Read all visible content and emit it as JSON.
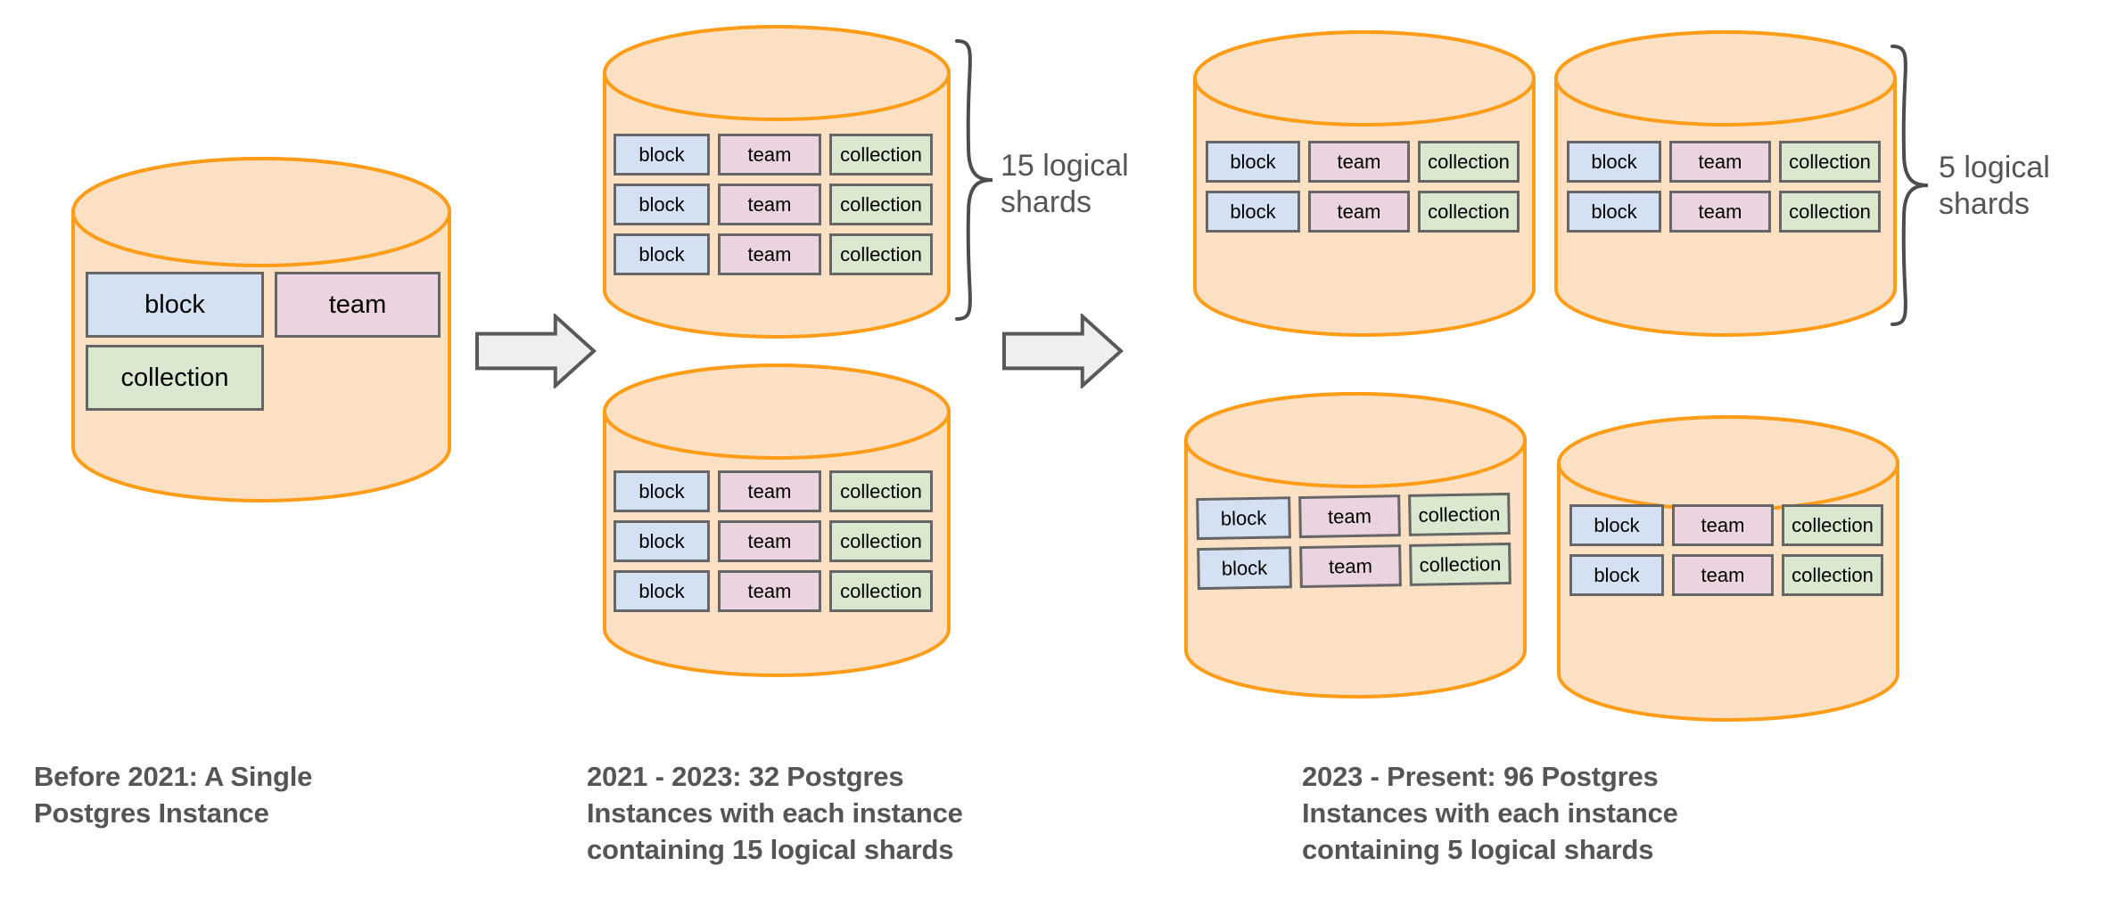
{
  "diagram": {
    "title_semantics": "Evolution of Notion's Postgres sharding architecture",
    "labels": {
      "block": "block",
      "team": "team",
      "collection": "collection"
    },
    "colors": {
      "cylinder_fill": "#fbe0c3",
      "cylinder_stroke": "#ff9c18",
      "block_fill": "#d3e1f3",
      "team_fill": "#ebd3e0",
      "collection_fill": "#d9e8ce",
      "shard_stroke": "#666666",
      "arrow_fill": "#efefef",
      "arrow_stroke": "#595959",
      "text": "#555555",
      "background": "#ffffff"
    }
  },
  "stages": [
    {
      "id": "stage-before-2021",
      "caption": "Before 2021: A Single\nPostgres Instance",
      "caption_lines": [
        "Before 2021: A Single",
        "Postgres Instance"
      ],
      "instance_count": 1,
      "shards_per_instance": 1,
      "cylinders": [
        {
          "id": "cylinder-single",
          "rows": [
            [
              "block",
              "team"
            ],
            [
              "collection"
            ]
          ]
        }
      ],
      "brace": null
    },
    {
      "id": "stage-2021-2023",
      "caption": "2021 - 2023: 32 Postgres\nInstances with each instance\ncontaining 15 logical shards",
      "caption_lines": [
        "2021 - 2023: 32 Postgres",
        "Instances with each instance",
        "containing 15 logical shards"
      ],
      "instance_count": 32,
      "shards_per_instance": 15,
      "cylinders": [
        {
          "id": "cylinder-2021-top",
          "rows": [
            [
              "block",
              "team",
              "collection"
            ],
            [
              "block",
              "team",
              "collection"
            ],
            [
              "block",
              "team",
              "collection"
            ]
          ]
        },
        {
          "id": "cylinder-2021-bottom",
          "rows": [
            [
              "block",
              "team",
              "collection"
            ],
            [
              "block",
              "team",
              "collection"
            ],
            [
              "block",
              "team",
              "collection"
            ]
          ]
        }
      ],
      "brace": {
        "id": "brace-15-shards",
        "label": "15 logical\nshards",
        "label_lines": [
          "15 logical",
          "shards"
        ]
      }
    },
    {
      "id": "stage-2023-present",
      "caption": "2023 - Present: 96 Postgres\nInstances with each instance\ncontaining 5 logical shards",
      "caption_lines": [
        "2023 - Present: 96 Postgres",
        "Instances with each instance",
        "containing 5 logical shards"
      ],
      "instance_count": 96,
      "shards_per_instance": 5,
      "cylinders": [
        {
          "id": "cylinder-2023-top-left",
          "rows": [
            [
              "block",
              "team",
              "collection"
            ],
            [
              "block",
              "team",
              "collection"
            ]
          ]
        },
        {
          "id": "cylinder-2023-top-right",
          "rows": [
            [
              "block",
              "team",
              "collection"
            ],
            [
              "block",
              "team",
              "collection"
            ]
          ]
        },
        {
          "id": "cylinder-2023-bottom-left",
          "rows": [
            [
              "block",
              "team",
              "collection"
            ],
            [
              "block",
              "team",
              "collection"
            ]
          ]
        },
        {
          "id": "cylinder-2023-bottom-right",
          "rows": [
            [
              "block",
              "team",
              "collection"
            ],
            [
              "block",
              "team",
              "collection"
            ]
          ]
        }
      ],
      "brace": {
        "id": "brace-5-shards",
        "label": "5 logical\nshards",
        "label_lines": [
          "5 logical",
          "shards"
        ]
      }
    }
  ],
  "arrows": [
    {
      "id": "arrow-1",
      "direction": "right",
      "from": "stage-before-2021",
      "to": "stage-2021-2023"
    },
    {
      "id": "arrow-2",
      "direction": "right",
      "from": "stage-2021-2023",
      "to": "stage-2023-present"
    }
  ]
}
